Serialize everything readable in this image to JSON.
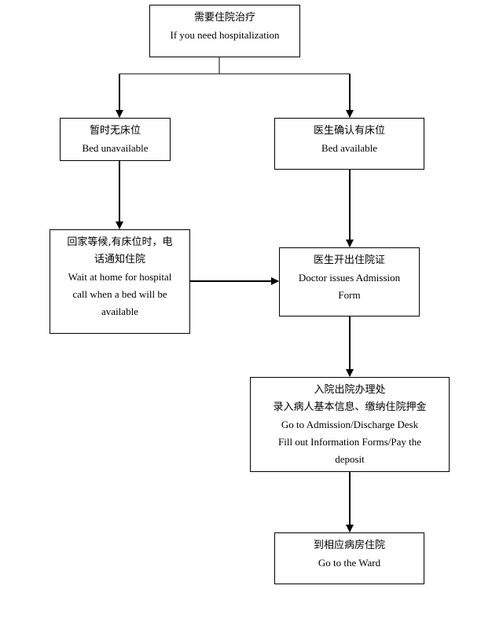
{
  "nodes": {
    "need_hospitalization": {
      "zh": "需要住院治疗",
      "en": "If you need hospitalization"
    },
    "bed_unavailable": {
      "zh": "暂时无床位",
      "en": "Bed unavailable"
    },
    "bed_available": {
      "zh": "医生确认有床位",
      "en": "Bed available"
    },
    "wait_at_home": {
      "zh_1": "回家等候,有床位时，电",
      "zh_2": "话通知住院",
      "en_1": "Wait at home for hospital",
      "en_2": "call when a bed will be",
      "en_3": "available"
    },
    "admission_form": {
      "zh": "医生开出住院证",
      "en_1": "Doctor issues Admission",
      "en_2": "Form"
    },
    "admission_desk": {
      "zh_1": "入院出院办理处",
      "zh_2": "录入病人基本信息、缴纳住院押金",
      "en_1": "Go to Admission/Discharge Desk",
      "en_2": "Fill out Information Forms/Pay the",
      "en_3": "deposit"
    },
    "go_to_ward": {
      "zh": "到相应病房住院",
      "en": "Go to the Ward"
    }
  },
  "edges": [
    {
      "from": "need_hospitalization",
      "to": "bed_unavailable"
    },
    {
      "from": "need_hospitalization",
      "to": "bed_available"
    },
    {
      "from": "bed_unavailable",
      "to": "wait_at_home"
    },
    {
      "from": "bed_available",
      "to": "admission_form"
    },
    {
      "from": "wait_at_home",
      "to": "admission_form"
    },
    {
      "from": "admission_form",
      "to": "admission_desk"
    },
    {
      "from": "admission_desk",
      "to": "go_to_ward"
    }
  ]
}
